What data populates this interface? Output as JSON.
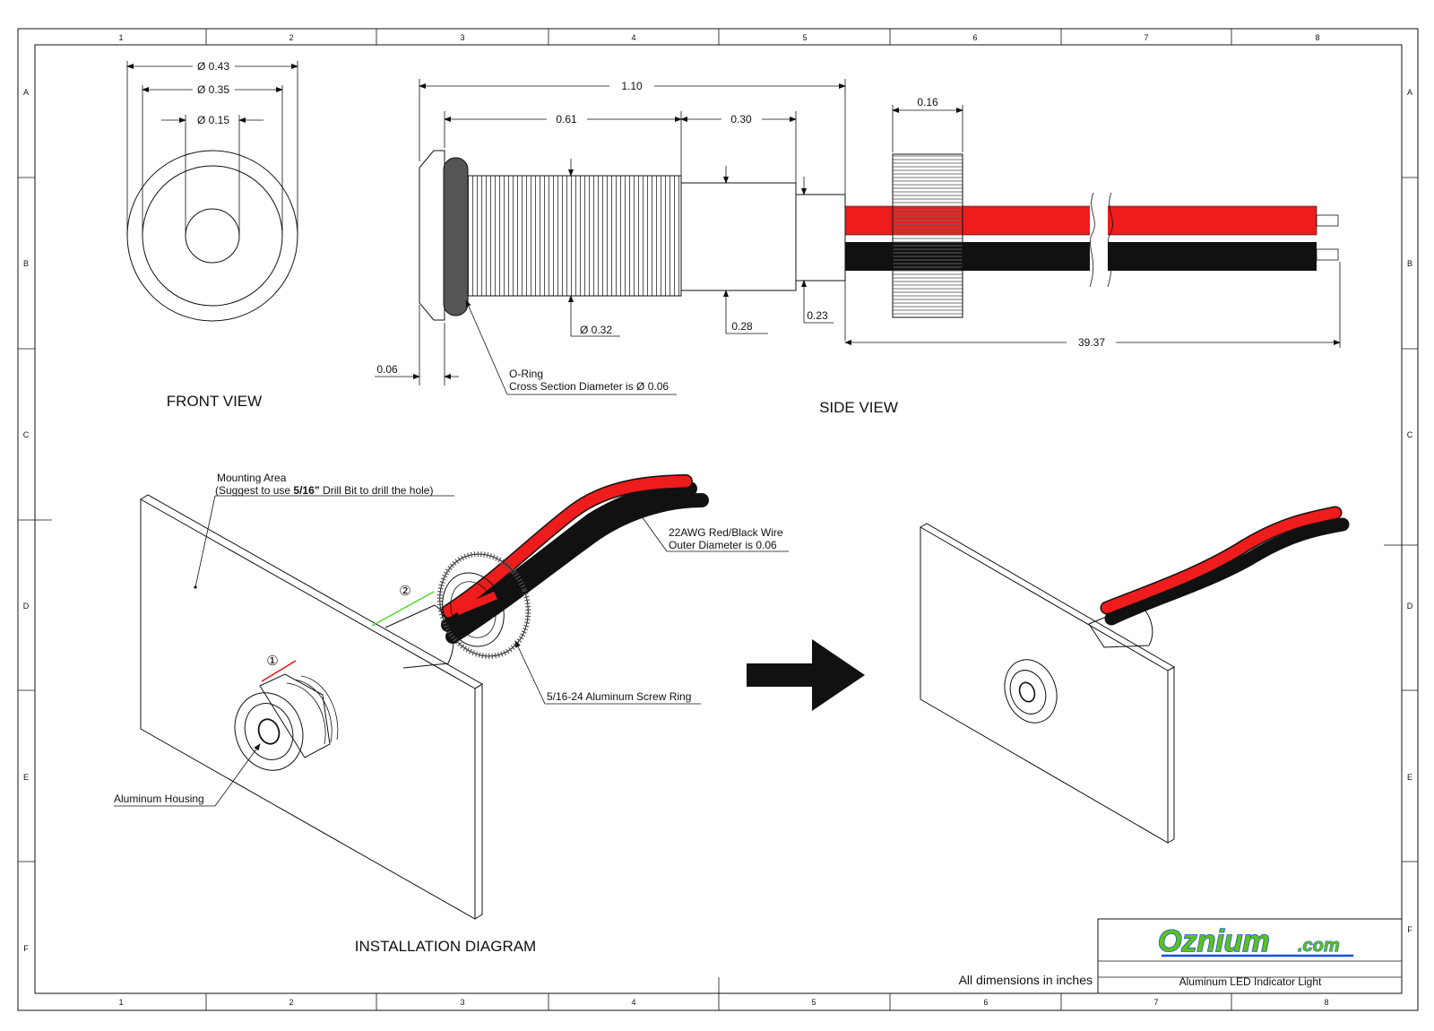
{
  "grid": {
    "columns": [
      "1",
      "2",
      "3",
      "4",
      "5",
      "6",
      "7",
      "8"
    ],
    "rows": [
      "A",
      "B",
      "C",
      "D",
      "E",
      "F"
    ]
  },
  "front_view": {
    "title": "FRONT VIEW",
    "dims": {
      "outer": "Ø 0.43",
      "middle": "Ø 0.35",
      "inner": "Ø 0.15"
    }
  },
  "side_view": {
    "title": "SIDE VIEW",
    "dims": {
      "overall_length": "1.10",
      "thread_length": "0.61",
      "body_length": "0.30",
      "nut_width": "0.16",
      "thread_diameter": "Ø 0.32",
      "body_height": "0.28",
      "cap_height": "0.23",
      "wire_length": "39.37",
      "flange": "0.06"
    },
    "oring_note": [
      "O-Ring",
      "Cross Section Diameter is Ø 0.06"
    ]
  },
  "installation": {
    "title": "INSTALLATION DIAGRAM",
    "mounting_area": [
      "Mounting Area",
      "(Suggest to use ",
      "5/16”",
      " Drill Bit to drill the hole)"
    ],
    "wire_note": [
      "22AWG Red/Black Wire",
      "Outer Diameter is 0.06"
    ],
    "screw_ring": "5/16-24 Aluminum Screw Ring",
    "housing": "Aluminum Housing",
    "step1": "①",
    "step2": "②"
  },
  "title_block": {
    "logo_main": "Oznium",
    "logo_suffix": ".com",
    "dimensions_note": "All dimensions in inches",
    "product": "Aluminum LED Indicator Light"
  },
  "colors": {
    "wire_red": "#ee1c1c",
    "wire_black": "#111111",
    "logo_green": "#5cc11e",
    "logo_blue": "#1a4fd6",
    "step1_line": "#e81010",
    "step2_line": "#4cdc2a"
  }
}
